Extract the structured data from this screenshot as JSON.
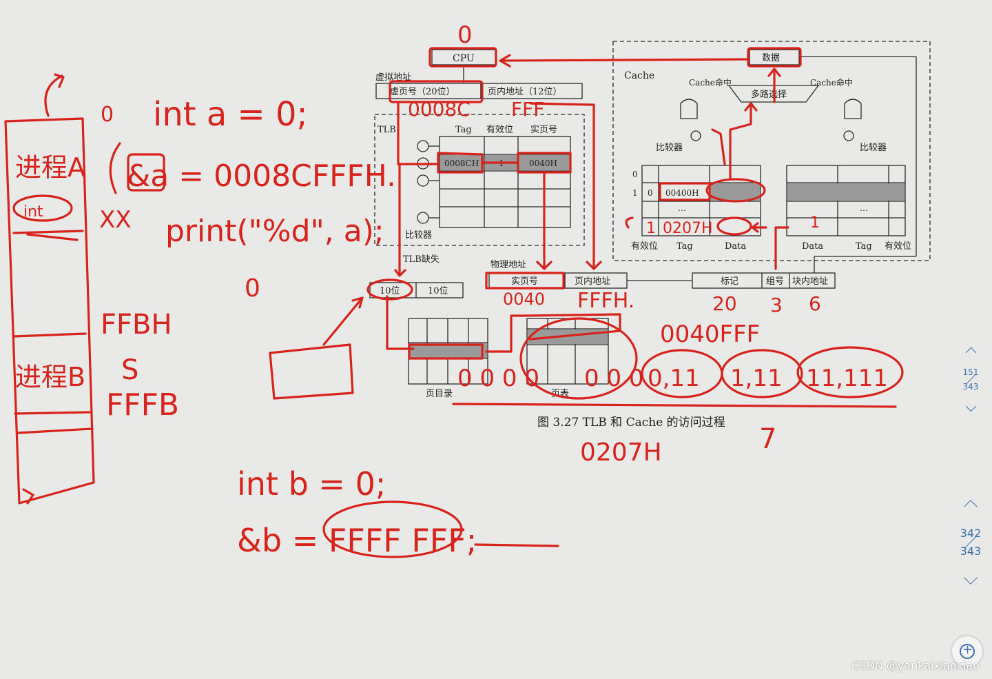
{
  "figure": {
    "caption": "图 3.27   TLB 和 Cache 的访问过程",
    "cpu": "CPU",
    "virtual_address": {
      "title": "虚拟地址",
      "vpn": "虚页号（20位）",
      "offset": "页内地址（12位）"
    },
    "tlb": {
      "title": "TLB",
      "headers": [
        "Tag",
        "有效位",
        "实页号"
      ],
      "row_tag": "0008CH",
      "row_valid": "1",
      "row_ppn": "0040H",
      "comparator": "比较器",
      "miss": "TLB缺失"
    },
    "physical_address": {
      "title": "物理地址",
      "ppn": "实页号",
      "offset": "页内地址"
    },
    "page_walk": {
      "lvl1": "10位",
      "lvl2": "10位",
      "dir_label": "页目录",
      "table_label": "页表"
    },
    "cache": {
      "title": "Cache",
      "data_box": "数据",
      "mux": "多路选择",
      "hit_left": "Cache命中",
      "hit_right": "Cache命中",
      "comparator_left": "比较器",
      "comparator_right": "比较器",
      "row_index_0": "0",
      "row_index_1": "1",
      "row_valid": "0",
      "row_tag": "00400H",
      "row_ellipsis": "…",
      "bottom_left": [
        "有效位",
        "Tag",
        "Data"
      ],
      "bottom_right": [
        "Data",
        "Tag",
        "有效位"
      ],
      "addr_fields": [
        "标记",
        "组号",
        "块内地址"
      ]
    }
  },
  "annotations": {
    "process_a": "进程A",
    "process_b": "进程B",
    "int_label": "int",
    "line1": "int a = 0;",
    "line2": "&a = 0008CFFFH.",
    "line3": "print(\"%d\", a);",
    "xx": "XX",
    "zero_marks": [
      "0",
      "0",
      "0"
    ],
    "ffbh": "FFBH",
    "s_mark": "S",
    "fffb": "FFFB",
    "int_b": "int b = 0;",
    "addr_b": "&b = FFFF FFF;",
    "tlb_hex": "0008C",
    "fff_top": "FFF",
    "phys_write": "0040",
    "ffh": "FFFH.",
    "field_bits": [
      "20",
      "3",
      "6"
    ],
    "phys_full": "0040FFF",
    "binary_groups": [
      "0,11",
      "1,11",
      "11,111"
    ],
    "binary_left": "0 0 0 0",
    "binary_left2": "0 0 0",
    "num_0207h": "0207H",
    "num_7": "7",
    "cache_0207h": "0207H",
    "cache_valid_mark": "1",
    "cache_row_mark": "1"
  },
  "viewer": {
    "page_small_current": "151",
    "page_small_total": "343",
    "page_current": "342",
    "page_total": "343",
    "watermark": "CSDN @yankaixiaoxiao"
  }
}
